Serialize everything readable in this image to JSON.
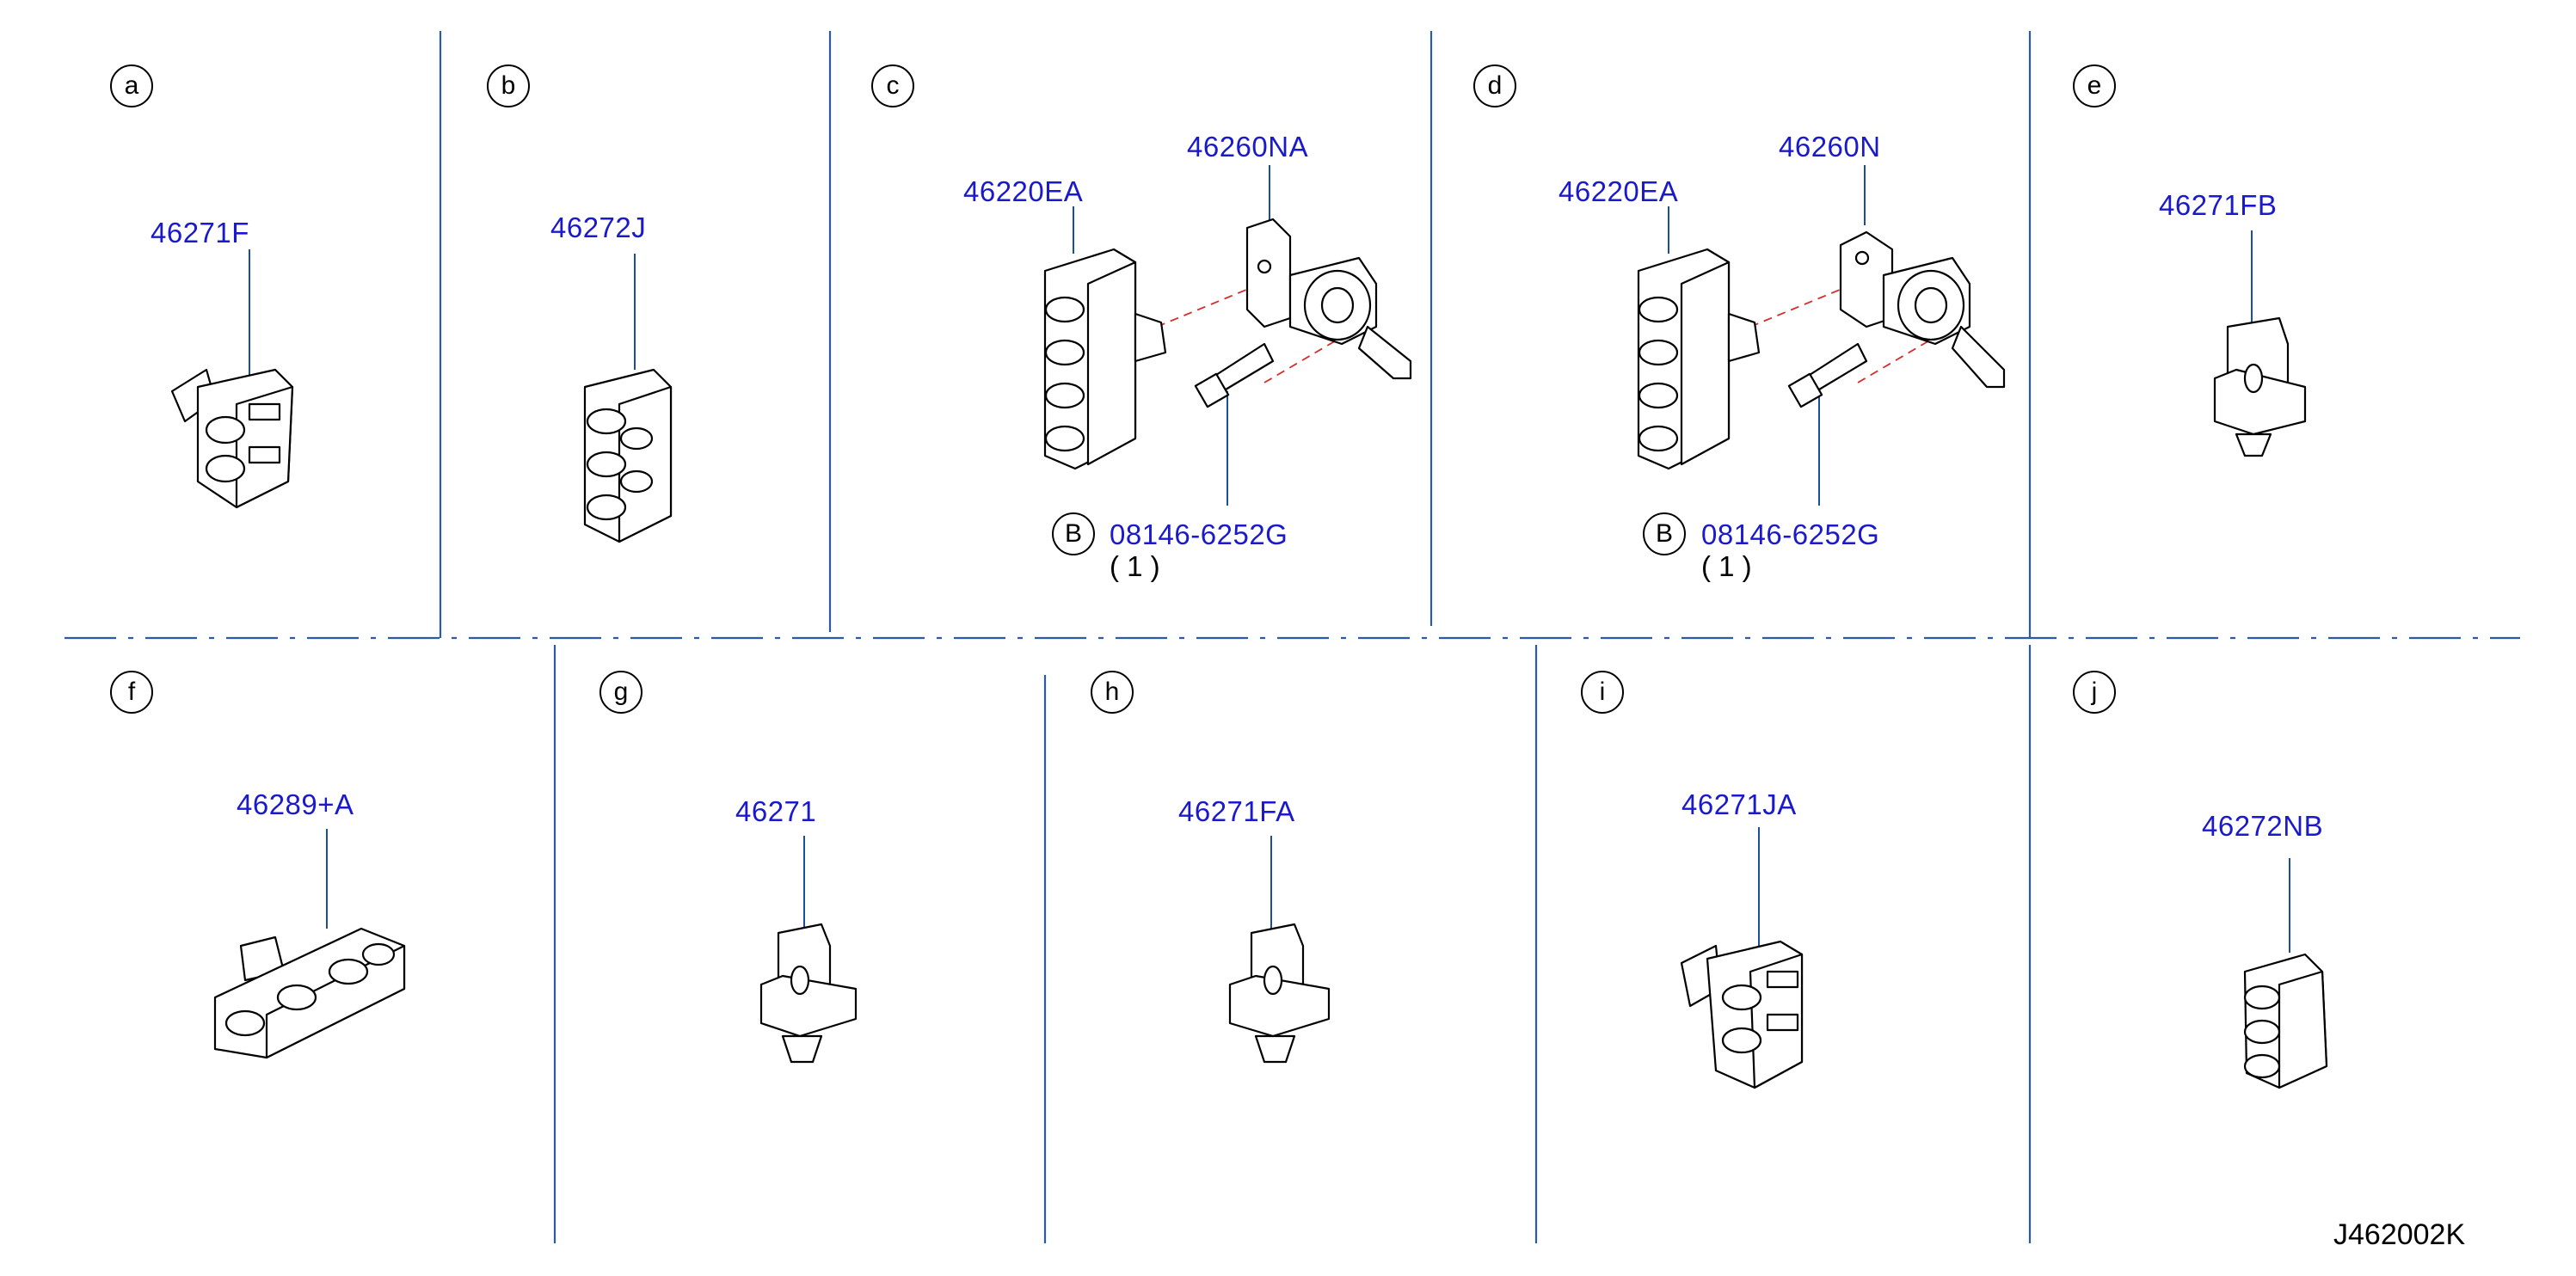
{
  "panels": [
    {
      "letter": "a",
      "parts": [
        "46271F"
      ]
    },
    {
      "letter": "b",
      "parts": [
        "46272J"
      ]
    },
    {
      "letter": "c",
      "parts": [
        "46220EA",
        "46260NA",
        "08146-6252G"
      ],
      "bolt_marker": "B",
      "bolt_qty": "( 1 )"
    },
    {
      "letter": "d",
      "parts": [
        "46220EA",
        "46260N",
        "08146-6252G"
      ],
      "bolt_marker": "B",
      "bolt_qty": "( 1 )"
    },
    {
      "letter": "e",
      "parts": [
        "46271FB"
      ]
    },
    {
      "letter": "f",
      "parts": [
        "46289+A"
      ]
    },
    {
      "letter": "g",
      "parts": [
        "46271"
      ]
    },
    {
      "letter": "h",
      "parts": [
        "46271FA"
      ]
    },
    {
      "letter": "i",
      "parts": [
        "46271JA"
      ]
    },
    {
      "letter": "j",
      "parts": [
        "46272NB"
      ]
    }
  ],
  "diagram_ref": "J462002K",
  "colors": {
    "part_number": "#1a1acc",
    "divider": "#2d5aa8",
    "linework": "#000000"
  }
}
